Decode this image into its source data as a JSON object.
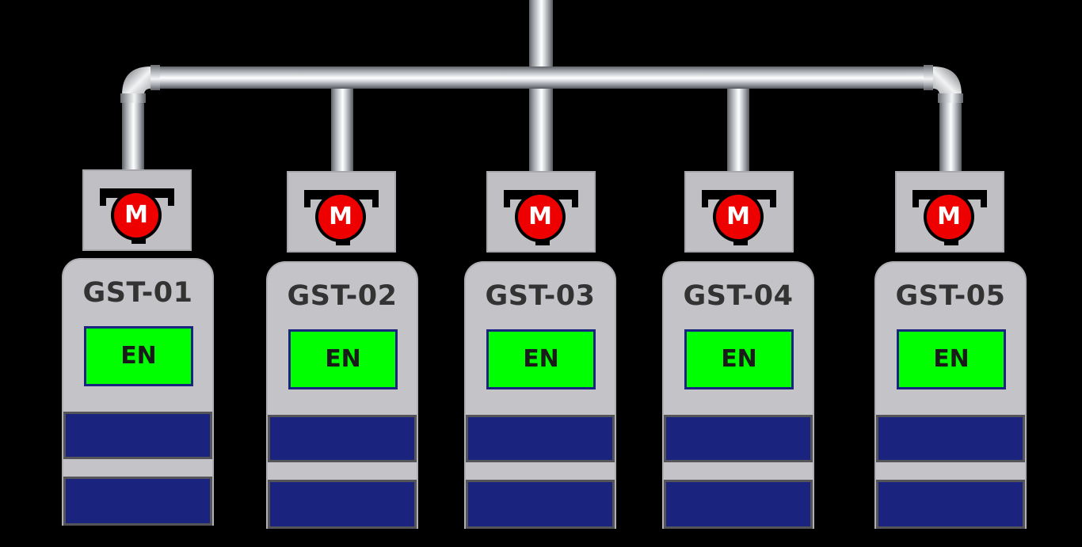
{
  "stations": [
    {
      "id": "GST-01",
      "status": "EN",
      "motor": "M"
    },
    {
      "id": "GST-02",
      "status": "EN",
      "motor": "M"
    },
    {
      "id": "GST-03",
      "status": "EN",
      "motor": "M"
    },
    {
      "id": "GST-04",
      "status": "EN",
      "motor": "M"
    },
    {
      "id": "GST-05",
      "status": "EN",
      "motor": "M"
    }
  ],
  "colors": {
    "background": "#000000",
    "station_body": "#c4c4c8",
    "status_enabled": "#00ff00",
    "status_border": "#1a237e",
    "panel": "#1a237e",
    "motor": "#ee0000",
    "pipe": "#c8cacd"
  },
  "icons": {
    "motor": "motor-valve-icon"
  }
}
